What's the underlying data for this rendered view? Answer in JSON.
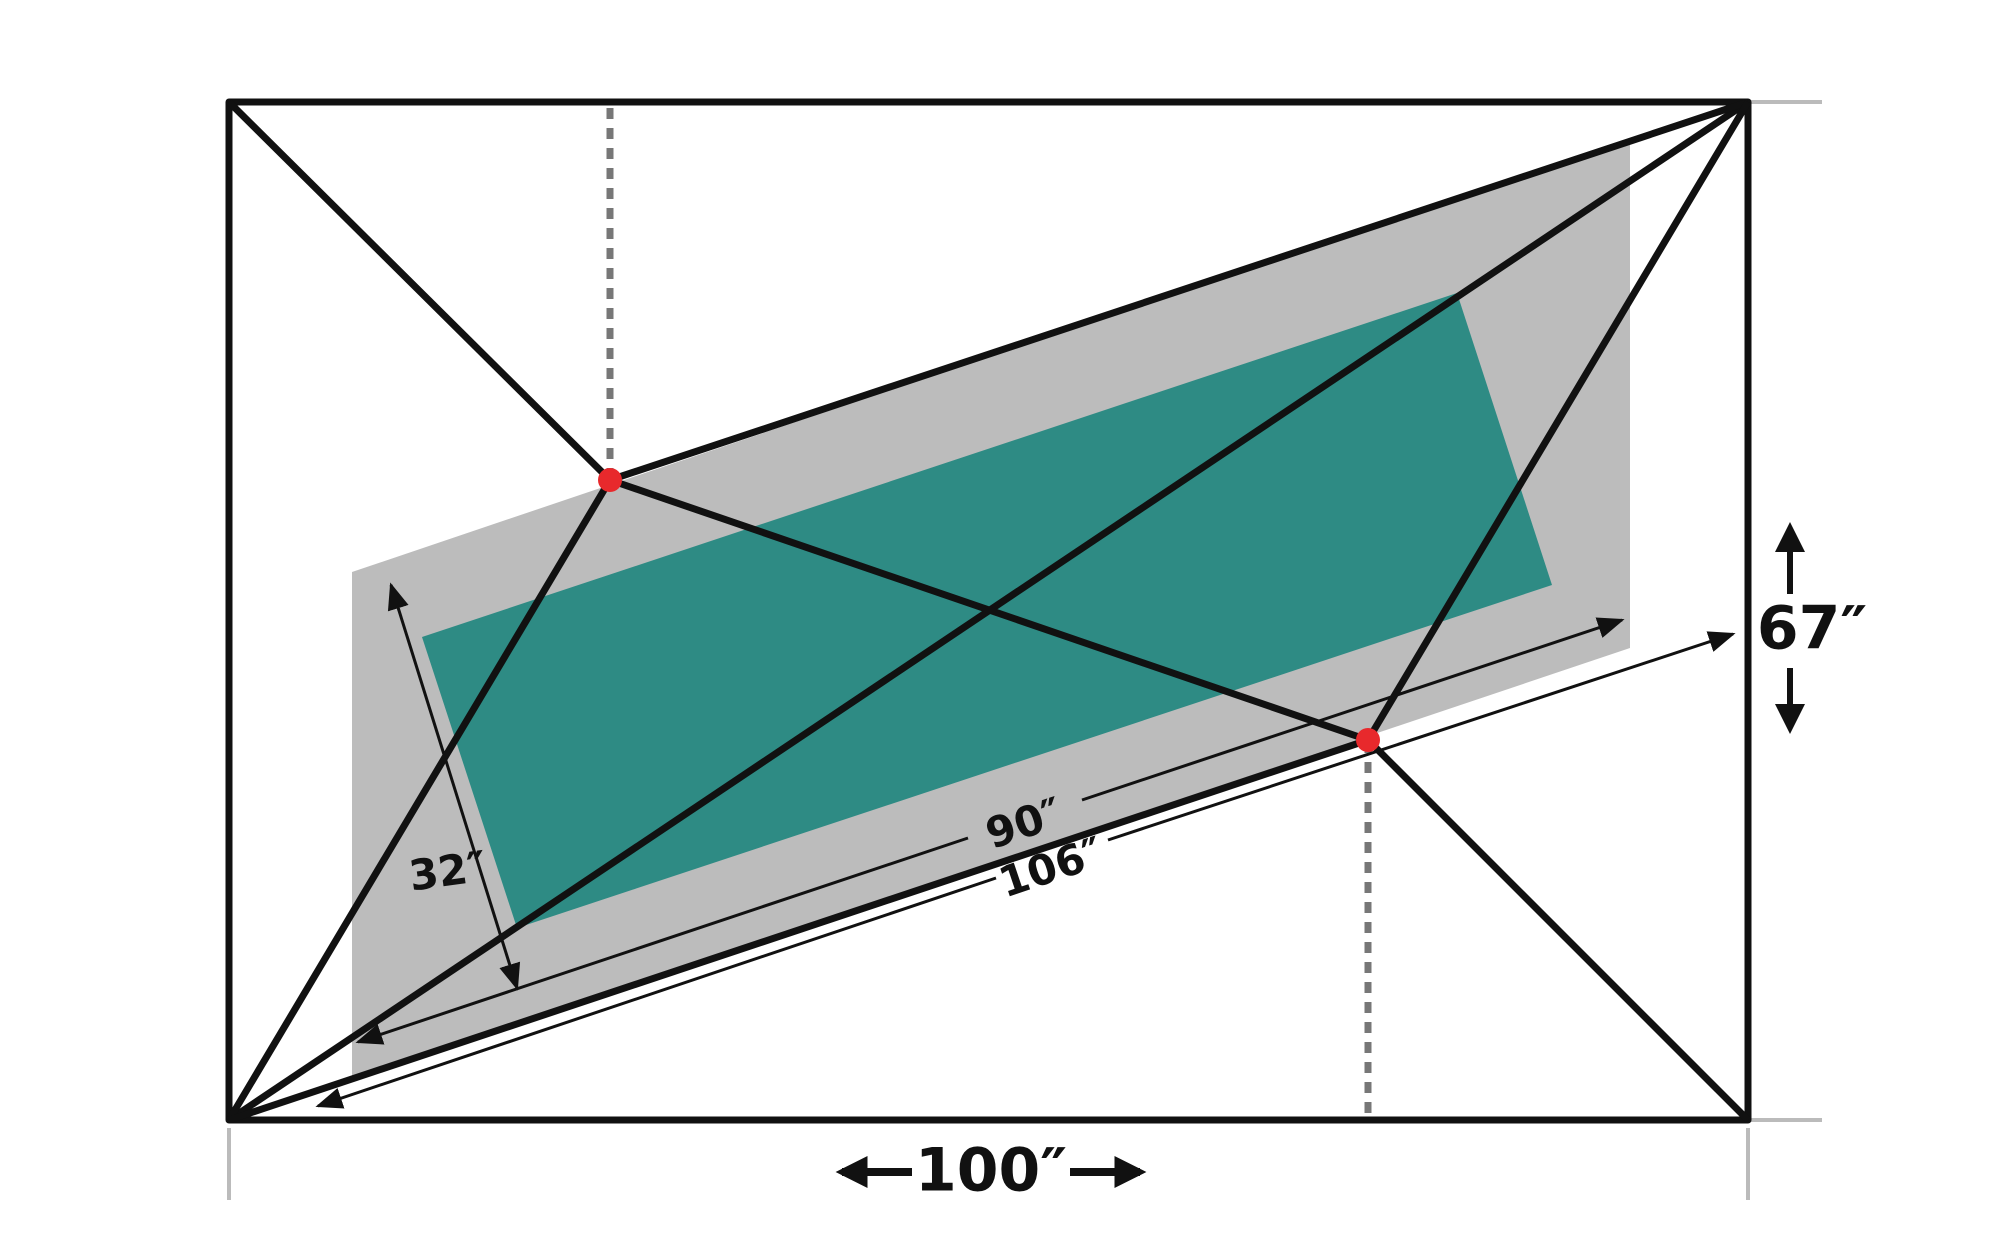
{
  "colors": {
    "background": "#ffffff",
    "outline": "#111111",
    "table_band": "#bcbcbc",
    "table_surface": "#2e8b84",
    "intersection_point": "#e8292c",
    "dotted_guide": "#777777",
    "extension_tick": "#bbbbbb"
  },
  "labels": {
    "width_dimension": "100″",
    "height_dimension": "67″",
    "table_length": "90″",
    "band_length": "106″",
    "table_width": "32″"
  }
}
